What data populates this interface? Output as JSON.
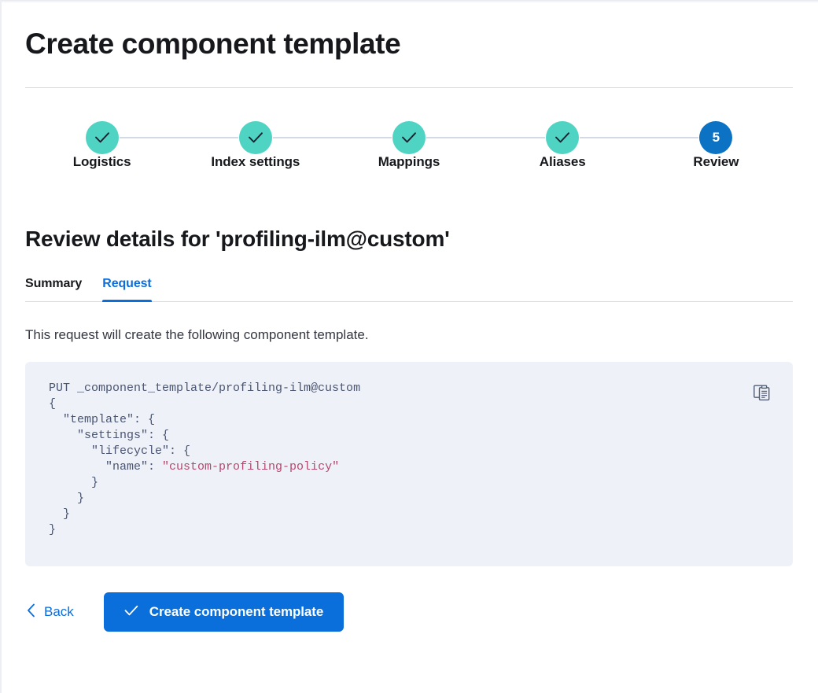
{
  "page": {
    "title": "Create component template"
  },
  "steps": [
    {
      "label": "Logistics",
      "state": "complete",
      "icon": "check-icon",
      "number": "1"
    },
    {
      "label": "Index settings",
      "state": "complete",
      "icon": "check-icon",
      "number": "2"
    },
    {
      "label": "Mappings",
      "state": "complete",
      "icon": "check-icon",
      "number": "3"
    },
    {
      "label": "Aliases",
      "state": "complete",
      "icon": "check-icon",
      "number": "4"
    },
    {
      "label": "Review",
      "state": "current",
      "icon": "number",
      "number": "5"
    }
  ],
  "review": {
    "heading": "Review details for 'profiling-ilm@custom'",
    "tabs": [
      {
        "label": "Summary",
        "active": false
      },
      {
        "label": "Request",
        "active": true
      }
    ],
    "description": "This request will create the following component template."
  },
  "request": {
    "copy_icon": "copy-clipboard-icon",
    "lines": [
      {
        "indent": 0,
        "text": "PUT _component_template/profiling-ilm@custom"
      },
      {
        "indent": 0,
        "text": "{"
      },
      {
        "indent": 1,
        "text": "\"template\": {"
      },
      {
        "indent": 2,
        "text": "\"settings\": {"
      },
      {
        "indent": 3,
        "text": "\"lifecycle\": {"
      },
      {
        "indent": 4,
        "key": "\"name\": ",
        "string": "\"custom-profiling-policy\""
      },
      {
        "indent": 3,
        "text": "}"
      },
      {
        "indent": 2,
        "text": "}"
      },
      {
        "indent": 1,
        "text": "}"
      },
      {
        "indent": 0,
        "text": "}"
      }
    ]
  },
  "actions": {
    "back_label": "Back",
    "back_icon": "chevron-left-icon",
    "submit_label": "Create component template",
    "submit_icon": "check-icon"
  },
  "colors": {
    "accent_blue": "#0a6edb",
    "step_complete_teal": "#4fd4c4",
    "step_current_blue": "#0b72c4",
    "code_background": "#eef1f7",
    "code_text": "#4a5571",
    "code_string": "#b5486f",
    "divider": "#d3dae6"
  }
}
